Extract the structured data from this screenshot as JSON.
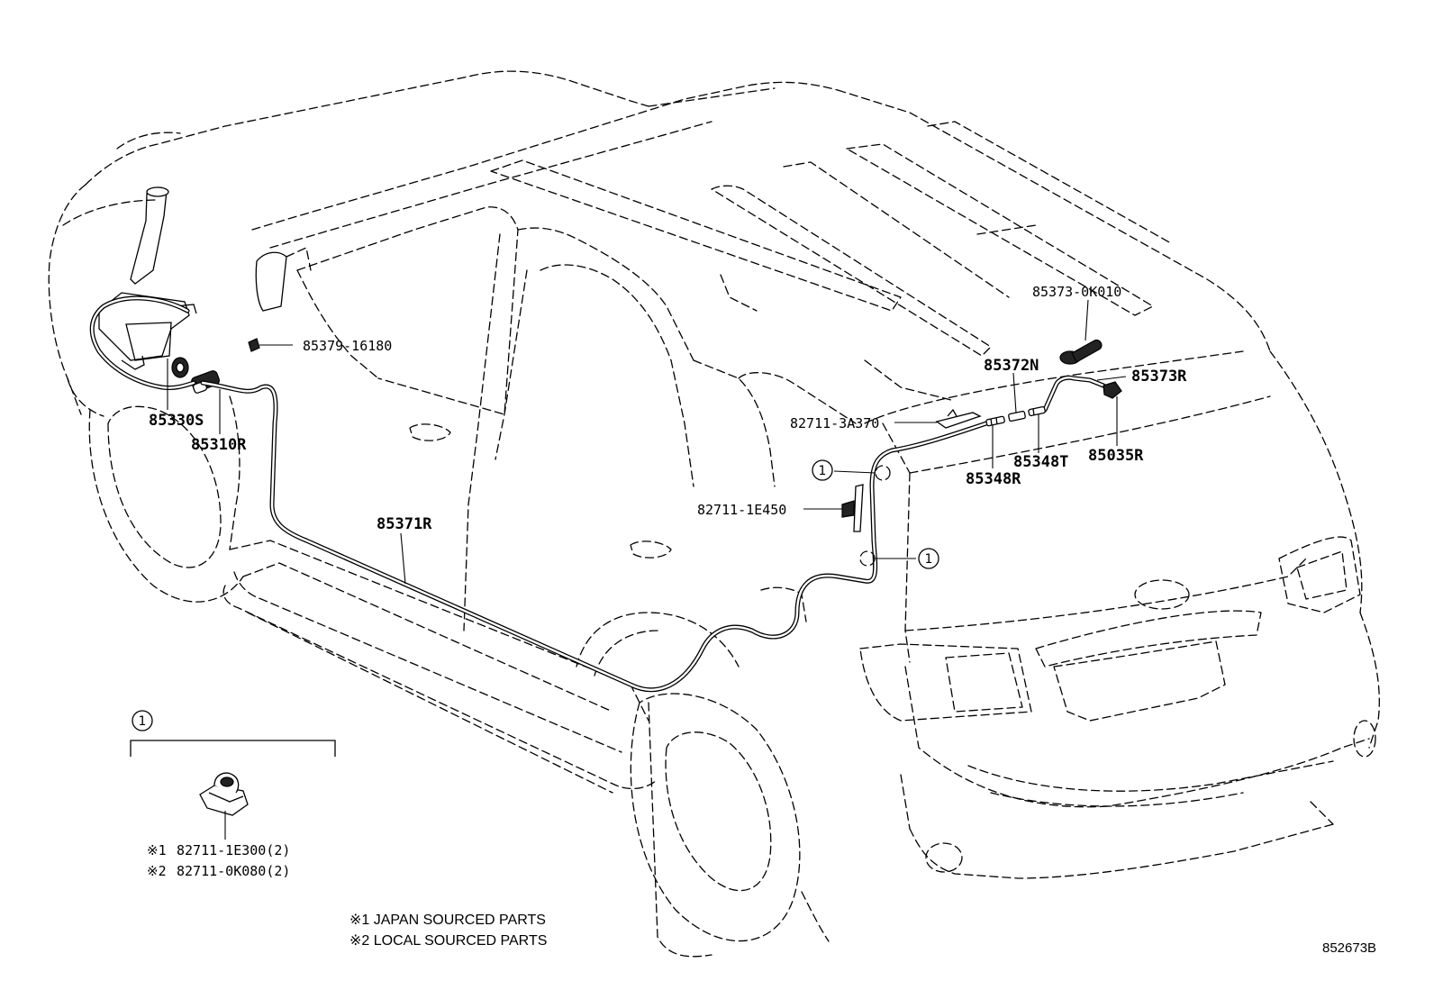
{
  "diagram": {
    "parts": {
      "p85373_0K010": "85373-0K010",
      "p85372N": "85372N",
      "p85373R": "85373R",
      "p85379_16180": "85379-16180",
      "p82711_3A370": "82711-3A370",
      "p85348T": "85348T",
      "p85035R": "85035R",
      "p85348R": "85348R",
      "p85330S": "85330S",
      "p85310R": "85310R",
      "p85371R": "85371R",
      "p82711_1E450": "82711-1E450"
    },
    "callout_marker": "1",
    "inset": {
      "marker": "1",
      "line1_mark": "※1",
      "line1_part": "82711-1E300(2)",
      "line2_mark": "※2",
      "line2_part": "82711-0K080(2)"
    },
    "notes": {
      "note1": "※1 JAPAN SOURCED PARTS",
      "note2": "※2 LOCAL SOURCED PARTS"
    },
    "reference_code": "852673B"
  }
}
